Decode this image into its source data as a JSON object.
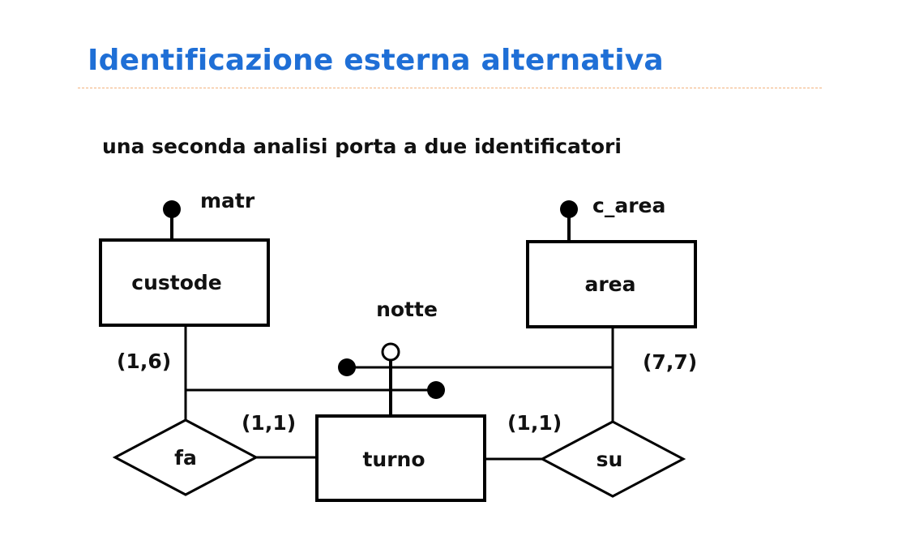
{
  "slide": {
    "title": "Identificazione esterna alternativa",
    "subtitle": "una seconda analisi porta a due identificatori"
  },
  "diagram": {
    "entities": {
      "custode": "custode",
      "area": "area",
      "turno": "turno"
    },
    "relationships": {
      "fa": "fa",
      "su": "su"
    },
    "attributes": {
      "matr": "matr",
      "c_area": "c_area",
      "notte": "notte"
    },
    "cardinalities": {
      "custode_fa": "(1,6)",
      "turno_fa": "(1,1)",
      "turno_su": "(1,1)",
      "area_su": "(7,7)"
    },
    "colors": {
      "stroke": "#000000",
      "title": "#1f6fd6",
      "rule": "#f2b27c"
    }
  }
}
